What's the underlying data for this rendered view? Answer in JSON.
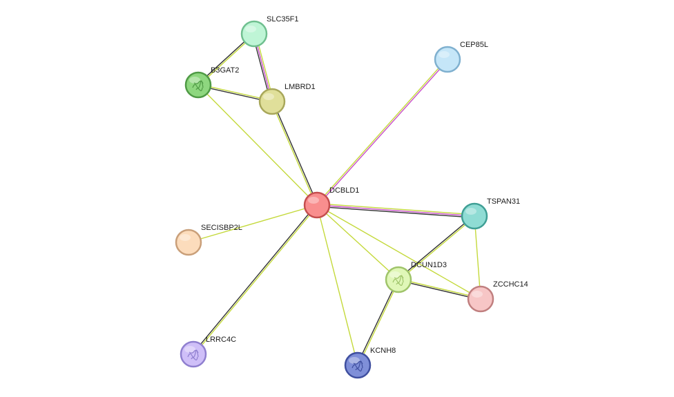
{
  "network": {
    "colors": {
      "textmining": "#c4d93b",
      "coexpression": "#333333",
      "experiments": "#c84fc8"
    },
    "nodes": [
      {
        "id": "DCBLD1",
        "label": "DCBLD1",
        "color": "#f98e8e",
        "stroke": "#c44e4e",
        "center": true
      },
      {
        "id": "SLC35F1",
        "label": "SLC35F1",
        "color": "#bff5d6",
        "stroke": "#6fbf8f"
      },
      {
        "id": "B3GAT2",
        "label": "B3GAT2",
        "color": "#8ed77f",
        "stroke": "#4f9a45",
        "structure": true
      },
      {
        "id": "LMBRD1",
        "label": "LMBRD1",
        "color": "#e0df9a",
        "stroke": "#a8a75a"
      },
      {
        "id": "CEP85L",
        "label": "CEP85L",
        "color": "#c5e6f8",
        "stroke": "#7fb0cf"
      },
      {
        "id": "TSPAN31",
        "label": "TSPAN31",
        "color": "#8fdcd4",
        "stroke": "#3f9f95"
      },
      {
        "id": "SECISBP2L",
        "label": "SECISBP2L",
        "color": "#fcdcbc",
        "stroke": "#c99f79"
      },
      {
        "id": "DCUN1D3",
        "label": "DCUN1D3",
        "color": "#e0f7b8",
        "stroke": "#9fc46a",
        "structure": true
      },
      {
        "id": "ZCCHC14",
        "label": "ZCCHC14",
        "color": "#f7c6c6",
        "stroke": "#c07f7f"
      },
      {
        "id": "LRRC4C",
        "label": "LRRC4C",
        "color": "#cfbff8",
        "stroke": "#8f7fcf",
        "structure": true
      },
      {
        "id": "KCNH8",
        "label": "KCNH8",
        "color": "#7f8fd8",
        "stroke": "#3f4f9f",
        "structure": true
      }
    ],
    "edges": [
      {
        "source": "DCBLD1",
        "target": "CEP85L",
        "types": [
          "textmining",
          "experiments"
        ]
      },
      {
        "source": "DCBLD1",
        "target": "TSPAN31",
        "types": [
          "textmining",
          "experiments",
          "coexpression"
        ]
      },
      {
        "source": "DCBLD1",
        "target": "LMBRD1",
        "types": [
          "textmining",
          "coexpression"
        ]
      },
      {
        "source": "DCBLD1",
        "target": "B3GAT2",
        "types": [
          "textmining"
        ]
      },
      {
        "source": "DCBLD1",
        "target": "SECISBP2L",
        "types": [
          "textmining"
        ]
      },
      {
        "source": "DCBLD1",
        "target": "LRRC4C",
        "types": [
          "textmining",
          "coexpression"
        ]
      },
      {
        "source": "DCBLD1",
        "target": "KCNH8",
        "types": [
          "textmining"
        ]
      },
      {
        "source": "DCBLD1",
        "target": "DCUN1D3",
        "types": [
          "textmining"
        ]
      },
      {
        "source": "DCBLD1",
        "target": "ZCCHC14",
        "types": [
          "textmining"
        ]
      },
      {
        "source": "SLC35F1",
        "target": "B3GAT2",
        "types": [
          "textmining",
          "coexpression"
        ]
      },
      {
        "source": "SLC35F1",
        "target": "LMBRD1",
        "types": [
          "textmining",
          "experiments",
          "coexpression"
        ]
      },
      {
        "source": "B3GAT2",
        "target": "LMBRD1",
        "types": [
          "textmining",
          "coexpression"
        ]
      },
      {
        "source": "TSPAN31",
        "target": "DCUN1D3",
        "types": [
          "textmining",
          "coexpression"
        ]
      },
      {
        "source": "TSPAN31",
        "target": "ZCCHC14",
        "types": [
          "textmining"
        ]
      },
      {
        "source": "DCUN1D3",
        "target": "ZCCHC14",
        "types": [
          "textmining",
          "coexpression"
        ]
      },
      {
        "source": "DCUN1D3",
        "target": "KCNH8",
        "types": [
          "textmining",
          "coexpression"
        ]
      }
    ]
  }
}
